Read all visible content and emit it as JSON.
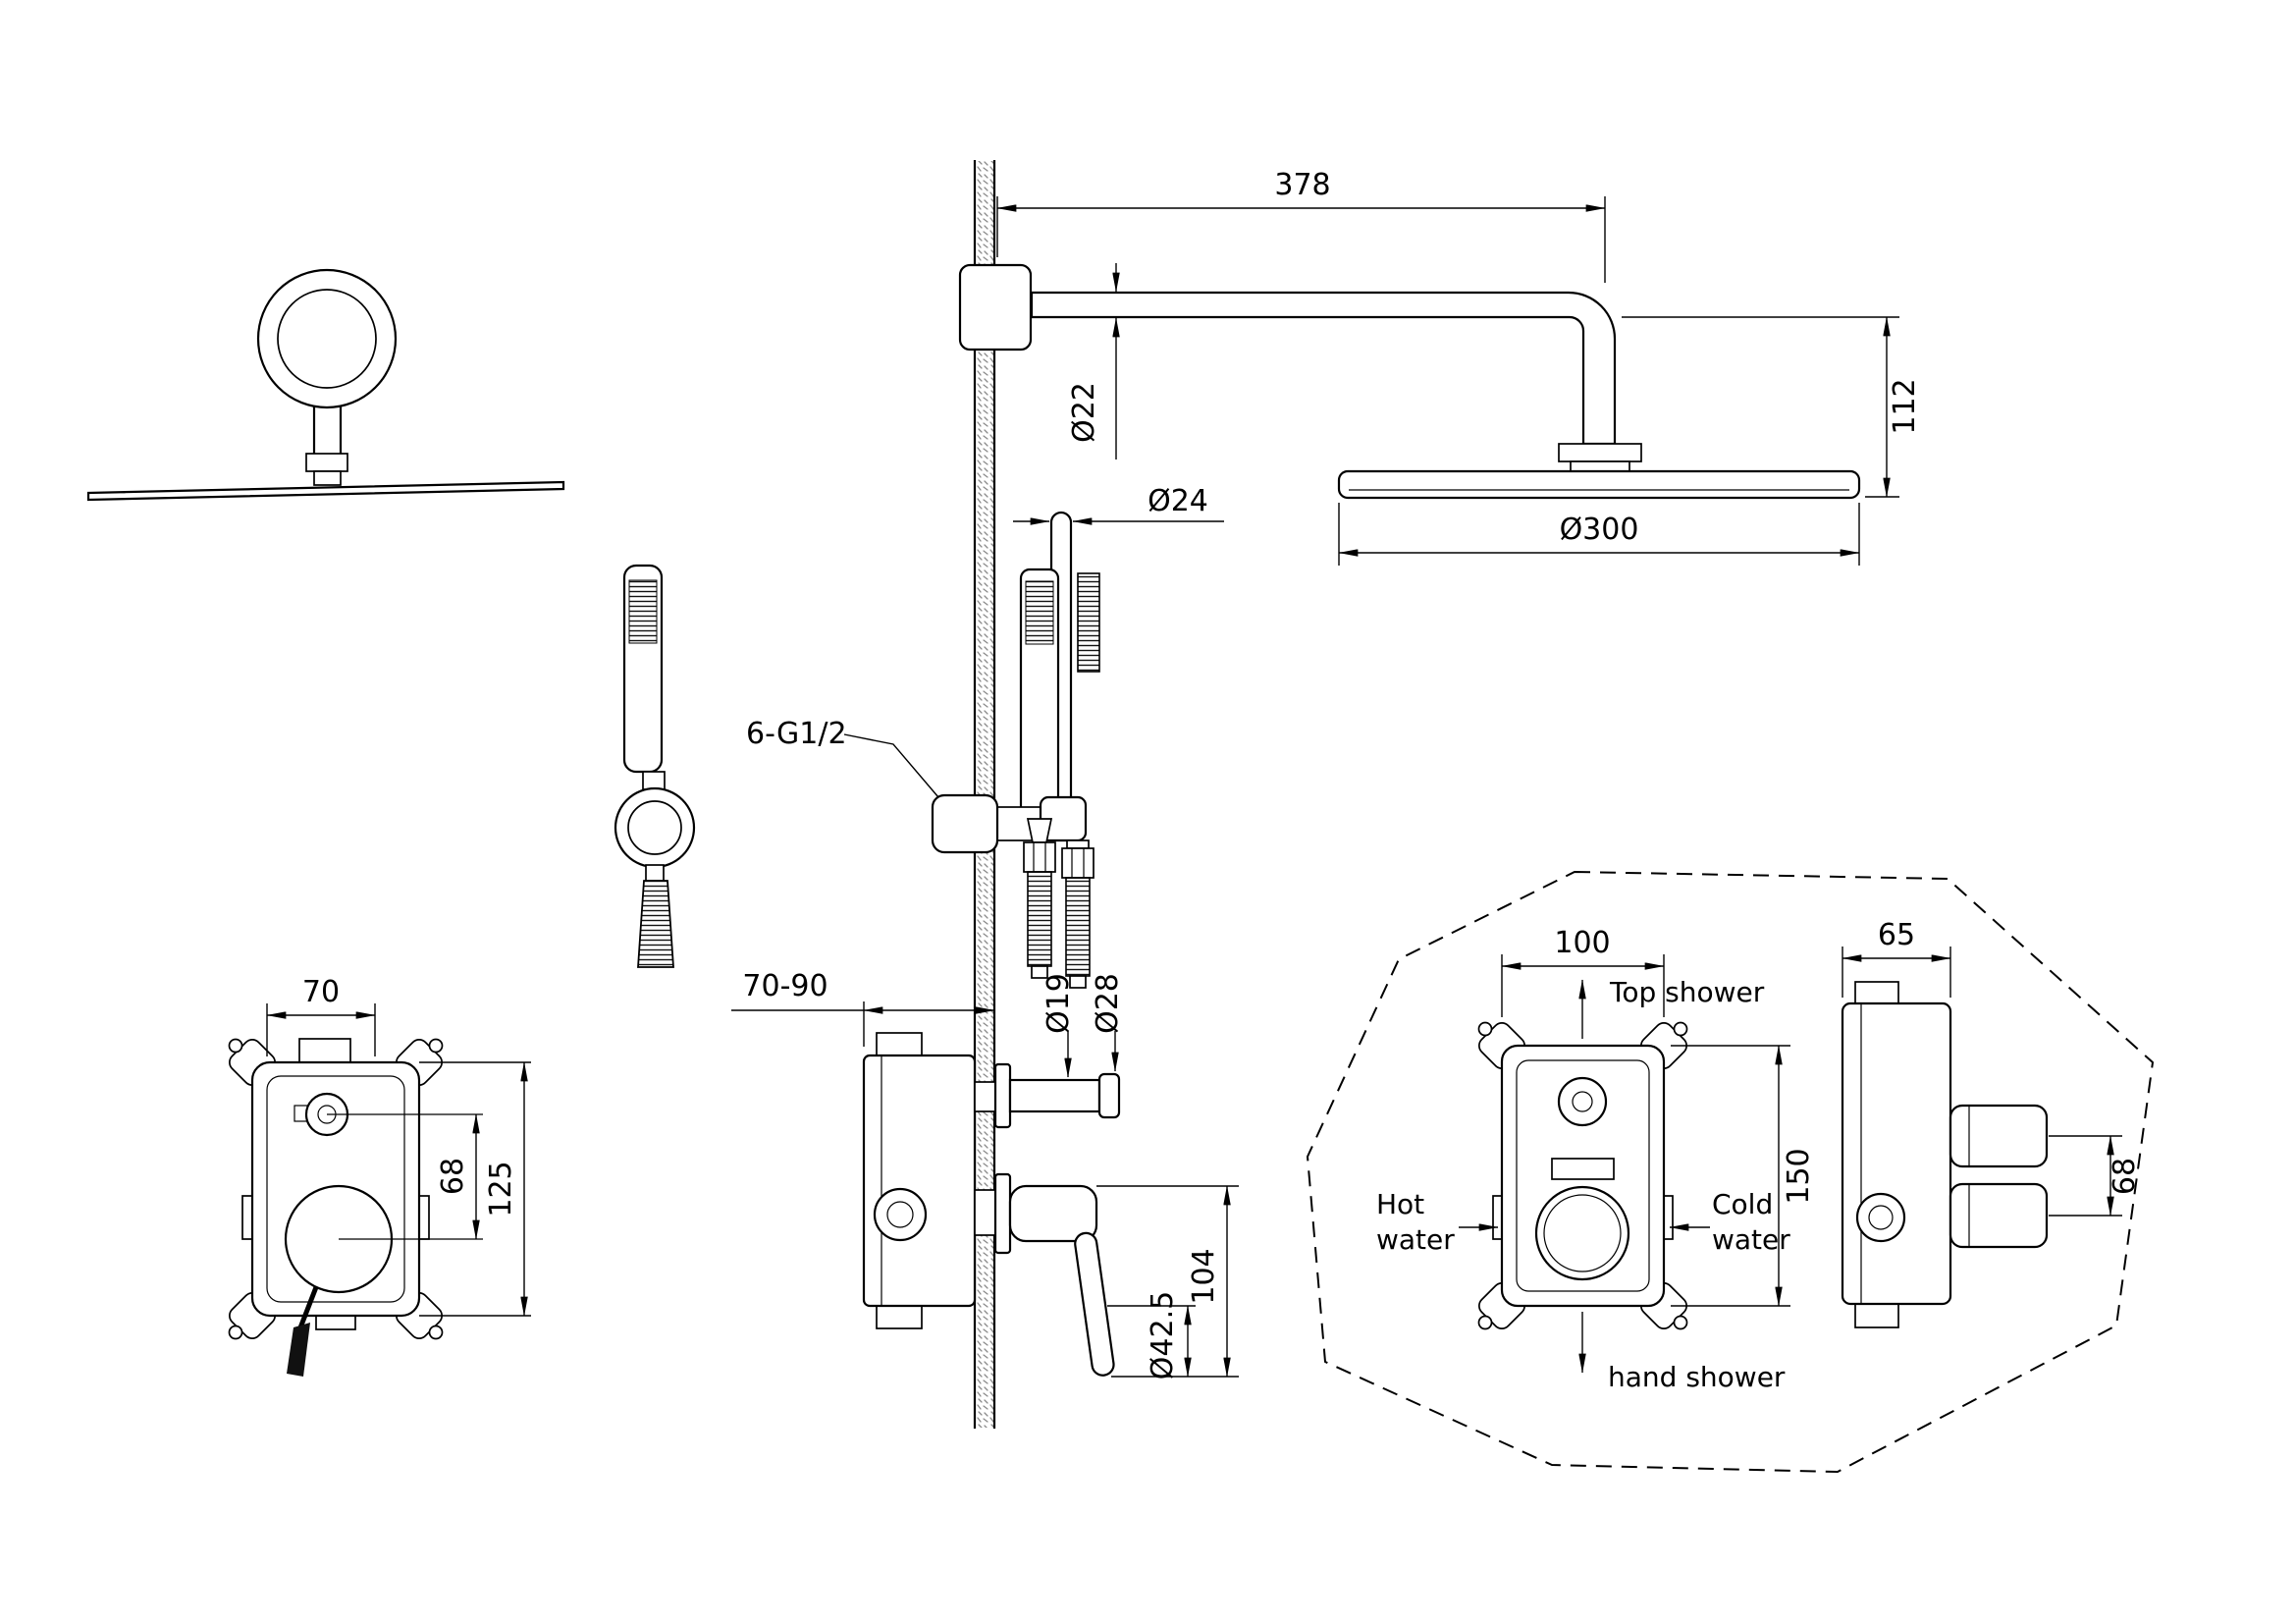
{
  "meta": {
    "subject": "Concealed shower system technical installation drawing",
    "line_color": "#000000",
    "background": "#ffffff"
  },
  "side": {
    "arm_length": "378",
    "arm_dia": "Ø22",
    "head_drop": "112",
    "head_dia": "Ø300",
    "rail_dia": "Ø24",
    "thread_note": "6-G1/2"
  },
  "mixer": {
    "wall_depth": "70-90",
    "stem_dia": "Ø19",
    "trim_dia": "Ø28",
    "lever_dia": "Ø42.5",
    "lever_length": "104"
  },
  "valve": {
    "width": "70",
    "port_offset": "68",
    "height": "125"
  },
  "detail": {
    "front_width": "100",
    "front_height": "150",
    "side_depth": "65",
    "port_spacing": "68",
    "top_shower": "Top shower",
    "hot1": "Hot",
    "hot2": "water",
    "cold1": "Cold",
    "cold2": "water",
    "hand_shower": "hand shower"
  }
}
